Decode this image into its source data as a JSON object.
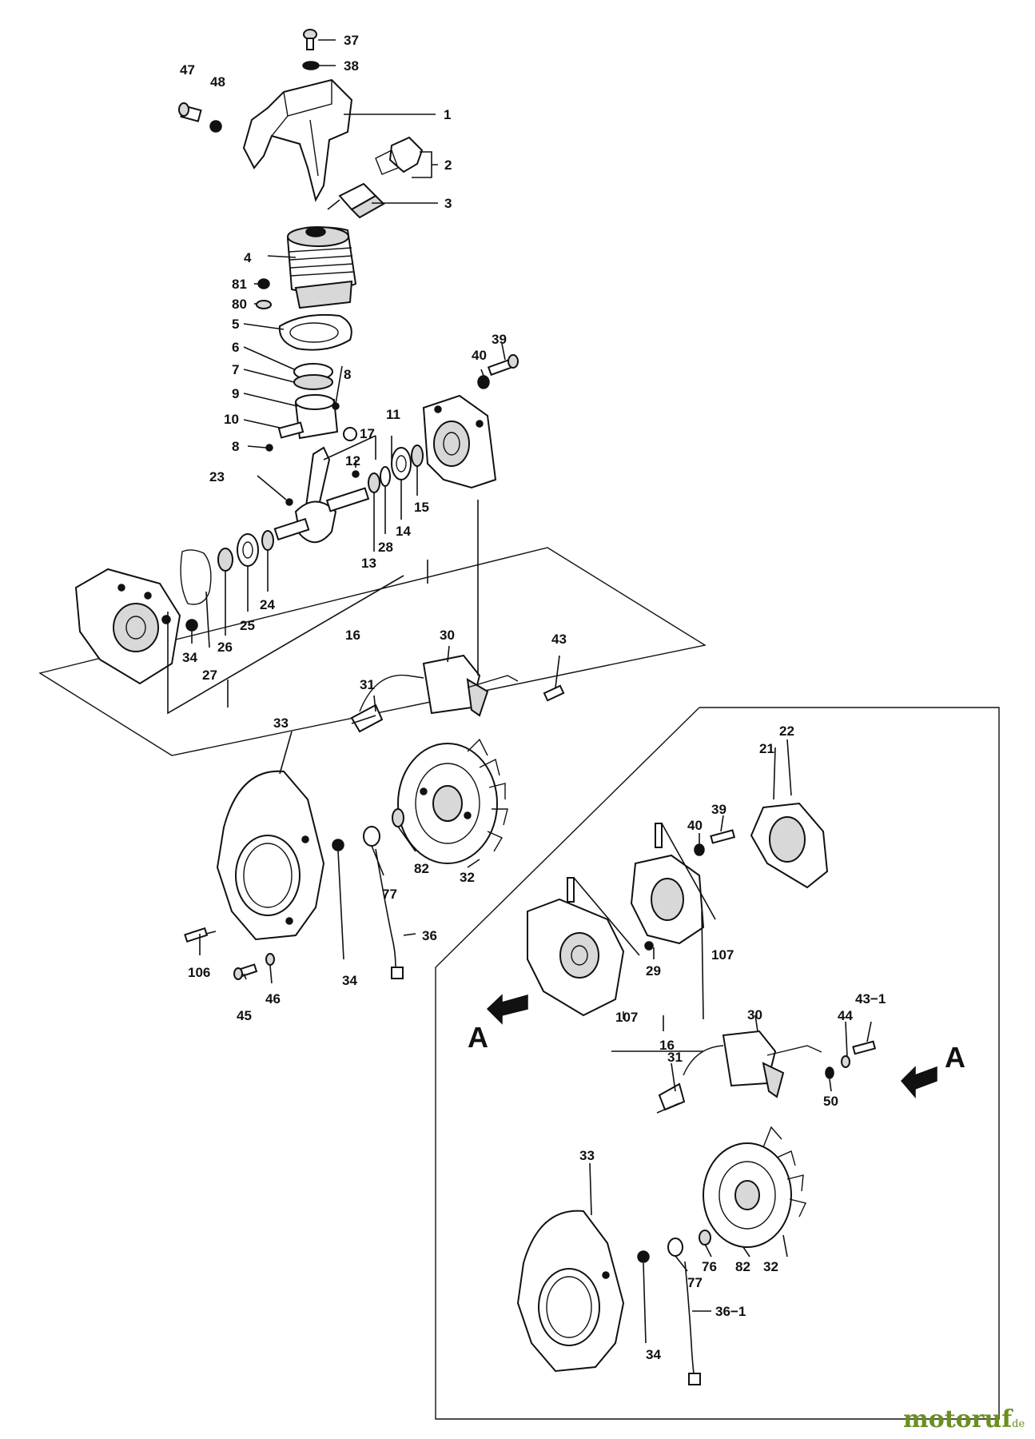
{
  "labels": {
    "p1": "1",
    "p2": "2",
    "p3": "3",
    "p4": "4",
    "p5": "5",
    "p6": "6",
    "p7": "7",
    "p8a": "8",
    "p8b": "8",
    "p9": "9",
    "p10": "10",
    "p11": "11",
    "p12": "12",
    "p13": "13",
    "p14": "14",
    "p15": "15",
    "p16a": "16",
    "p16b": "16",
    "p17": "17",
    "p21": "21",
    "p22": "22",
    "p23": "23",
    "p24": "24",
    "p25": "25",
    "p26": "26",
    "p27": "27",
    "p28": "28",
    "p29": "29",
    "p30a": "30",
    "p30b": "30",
    "p31a": "31",
    "p31b": "31",
    "p32a": "32",
    "p32b": "32",
    "p33a": "33",
    "p33b": "33",
    "p34a": "34",
    "p34b": "34",
    "p34c": "34",
    "p36": "36",
    "p36_1": "36−1",
    "p37": "37",
    "p38": "38",
    "p39a": "39",
    "p39b": "39",
    "p40a": "40",
    "p40b": "40",
    "p43": "43",
    "p43_1": "43−1",
    "p44": "44",
    "p45": "45",
    "p46": "46",
    "p47": "47",
    "p48": "48",
    "p50": "50",
    "p76": "76",
    "p77a": "77",
    "p77b": "77",
    "p80": "80",
    "p81": "81",
    "p82a": "82",
    "p82b": "82",
    "p106": "106",
    "p107a": "107",
    "p107b": "107"
  },
  "view_marker": {
    "left": "A",
    "right": "A"
  },
  "watermark": {
    "brand": "motoruf",
    "tld": ".de"
  }
}
